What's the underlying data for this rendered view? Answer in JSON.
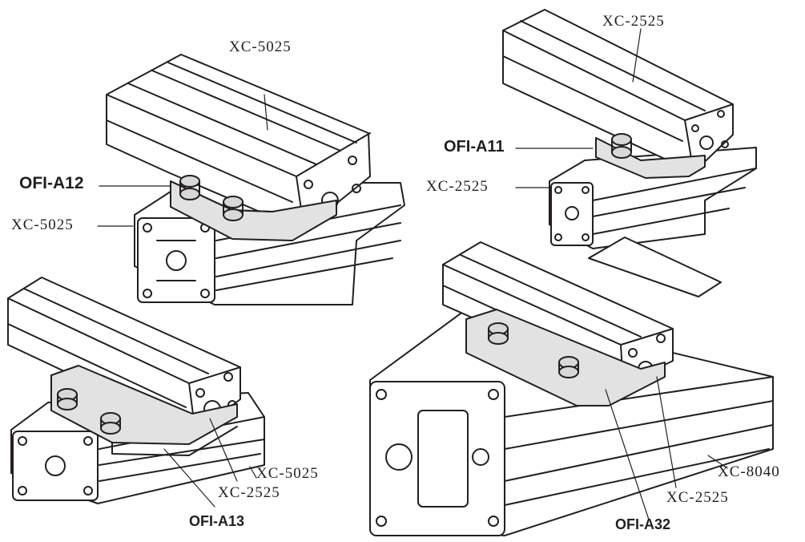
{
  "colors": {
    "ink": "#231f20",
    "profile_fill": "#ffffff",
    "bracket_fill": "#e2e2e2",
    "bolt_fill": "#d8d8d8"
  },
  "assemblies": {
    "a12": {
      "upper_profile": "XC-5025",
      "bracket": "OFI-A12",
      "lower_profile": "XC-5025"
    },
    "a11": {
      "upper_profile": "XC-2525",
      "bracket": "OFI-A11",
      "lower_profile": "XC-2525"
    },
    "a13": {
      "upper_profile": "XC-2525",
      "bracket": "OFI-A13",
      "lower_profile": "XC-5025"
    },
    "a32": {
      "upper_profile": "XC-2525",
      "bracket": "OFI-A32",
      "lower_profile": "XC-8040"
    }
  }
}
